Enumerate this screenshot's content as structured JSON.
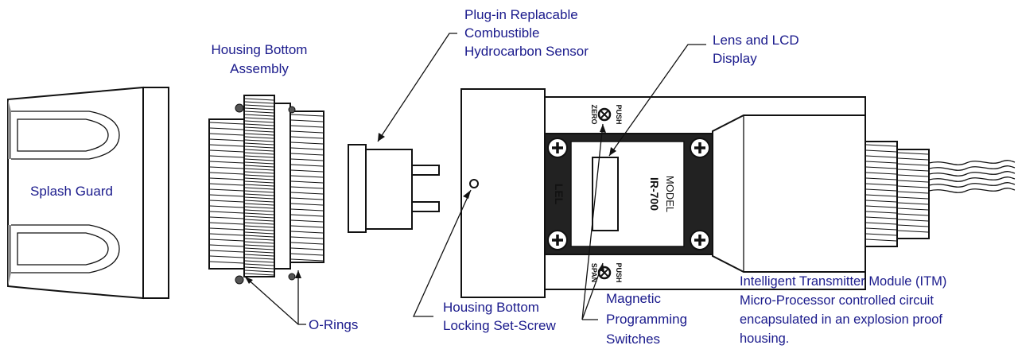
{
  "labels": {
    "splash_guard": "Splash Guard",
    "housing_bottom_assembly": [
      "Housing Bottom",
      "Assembly"
    ],
    "sensor": [
      "Plug-in Replacable",
      "Combustible",
      "Hydrocarbon Sensor"
    ],
    "lens_lcd": [
      "Lens and LCD",
      "Display"
    ],
    "o_rings": "O-Rings",
    "set_screw": [
      "Housing Bottom",
      "Locking Set-Screw"
    ],
    "magnetic_switches": [
      "Magnetic",
      "Programming",
      "Switches"
    ],
    "itm": [
      "Intelligent Transmitter Module (ITM)",
      "Micro-Processor controlled circuit",
      "encapsulated in an explosion proof",
      "housing."
    ]
  },
  "faceplate": {
    "lel": "LEL",
    "model": "MODEL",
    "model_number": "IR-700",
    "zero_top": "PUSH",
    "zero_bottom": "ZERO",
    "span_top": "PUSH",
    "span_bottom": "SPAN"
  },
  "colors": {
    "label_text": "#1a1a8c",
    "line": "#111111",
    "background": "#ffffff"
  }
}
